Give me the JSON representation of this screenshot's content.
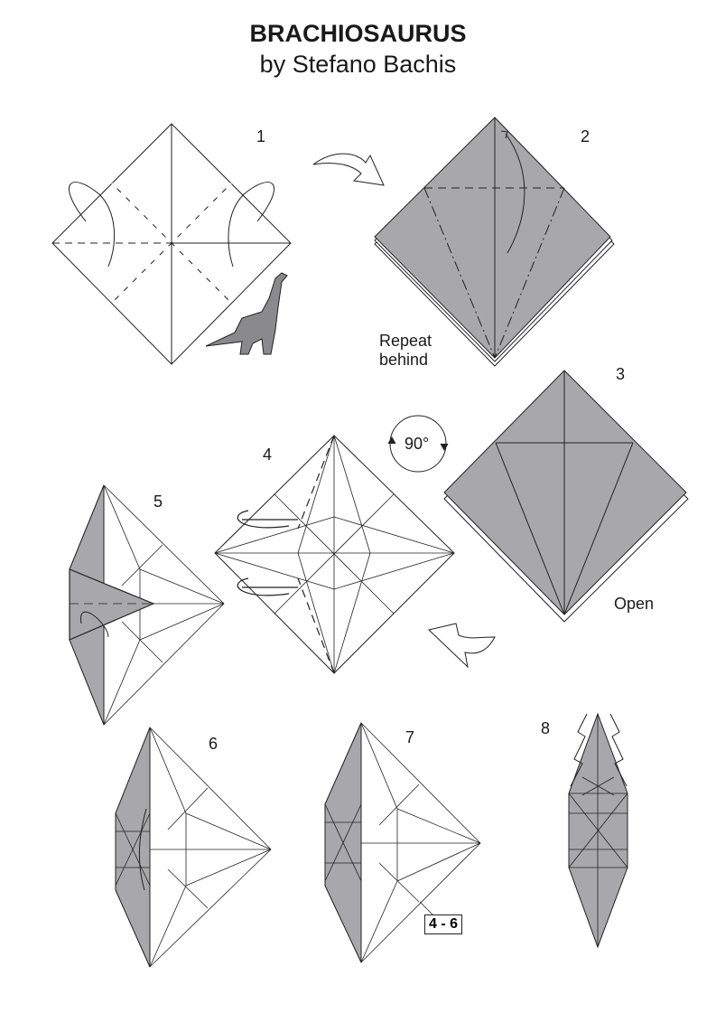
{
  "header": {
    "title": "BRACHIOSAURUS",
    "author": "by Stefano Bachis"
  },
  "steps": [
    "1",
    "2",
    "3",
    "4",
    "5",
    "6",
    "7",
    "8"
  ],
  "annotations": {
    "repeat_line1": "Repeat",
    "repeat_line2": "behind",
    "rotate": "90°",
    "open": "Open",
    "reference": "4 - 6"
  },
  "colors": {
    "paper_colored": "#a8a8aa",
    "paper_white": "#ffffff",
    "line": "#222222"
  }
}
